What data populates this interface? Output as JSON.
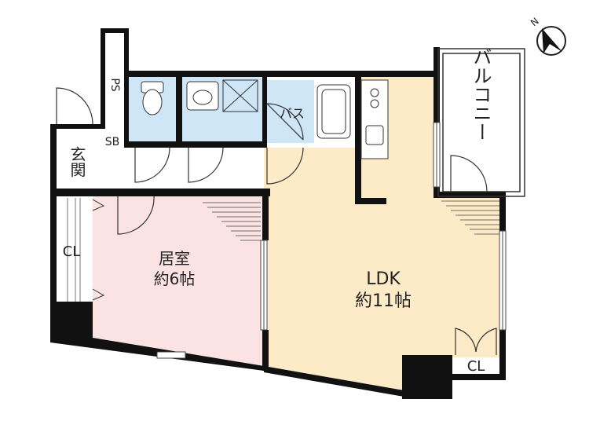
{
  "rooms": {
    "bedroom": {
      "name": "居室",
      "size": "約6帖"
    },
    "ldk": {
      "name": "LDK",
      "size": "約11帖"
    },
    "balcony": "バルコニー",
    "bath": "バス",
    "entrance": "玄関",
    "shoe_box": "SB",
    "pipe_space": "PS",
    "closet_left": "CL",
    "closet_right": "CL"
  },
  "compass": {
    "label": "N"
  },
  "colors": {
    "wet_area": "#cfe6f7",
    "bedroom_floor": "#fbe3e3",
    "ldk_floor": "#fdebc8",
    "wall": "#111111"
  }
}
